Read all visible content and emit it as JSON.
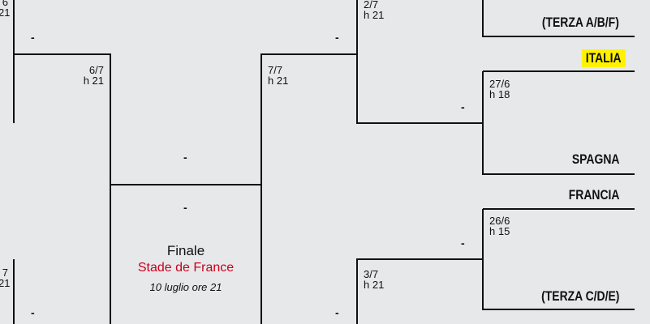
{
  "teams": {
    "terza_abf": "(TERZA A/B/F)",
    "italia": "ITALIA",
    "spagna": "SPAGNA",
    "francia": "FRANCIA",
    "terza_cde": "(TERZA C/D/E)"
  },
  "matches": {
    "left_top_partial": {
      "date": "6",
      "time": "21"
    },
    "left_bottom_partial": {
      "date": "7",
      "time": "21"
    },
    "sf_left": {
      "date": "6/7",
      "time": "h 21"
    },
    "sf_right": {
      "date": "7/7",
      "time": "h 21"
    },
    "qf_top": {
      "date": "2/7",
      "time": "h 21"
    },
    "qf_bottom": {
      "date": "3/7",
      "time": "h 21"
    },
    "r16_italia": {
      "date": "27/6",
      "time": "h 18"
    },
    "r16_francia": {
      "date": "26/6",
      "time": "h 15"
    }
  },
  "score_placeholder": "-",
  "final": {
    "title": "Finale",
    "venue": "Stade de France",
    "when": "10 luglio ore 21"
  },
  "colors": {
    "background": "#e7e8ea",
    "highlight": "#fff200",
    "venue": "#c8001e"
  }
}
